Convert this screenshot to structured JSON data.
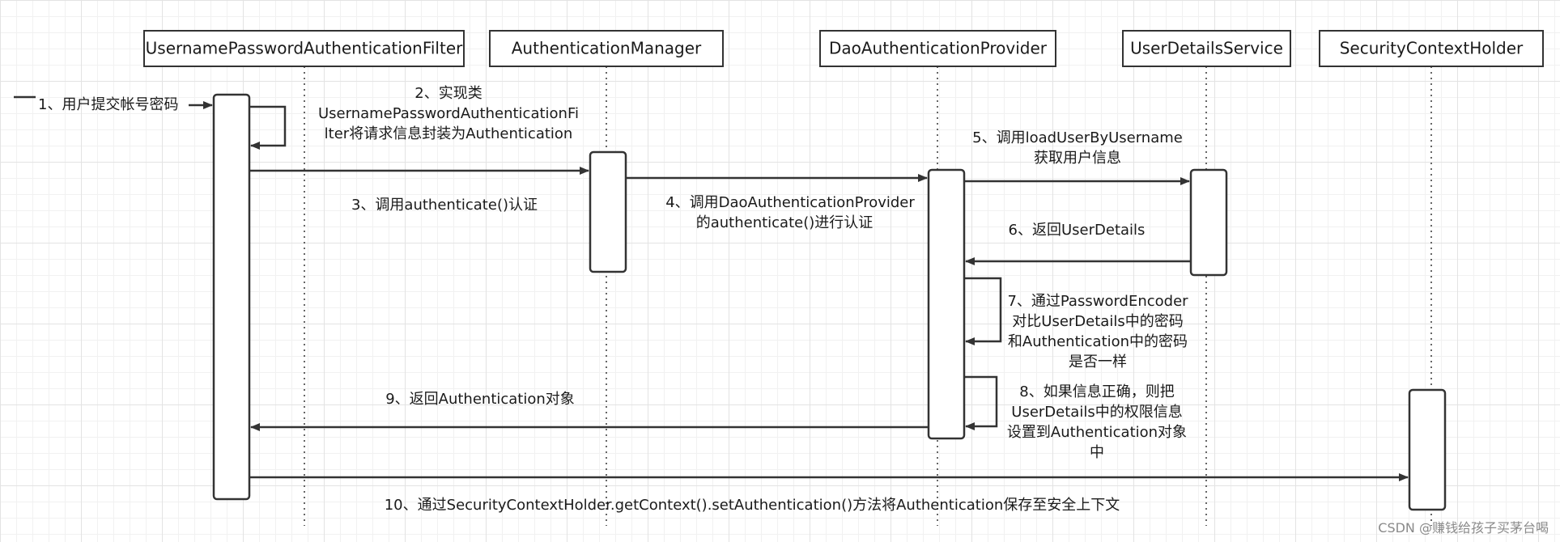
{
  "actors": {
    "filter": "UsernamePasswordAuthenticationFilter",
    "manager": "AuthenticationManager",
    "provider": "DaoAuthenticationProvider",
    "service": "UserDetailsService",
    "holder": "SecurityContextHolder"
  },
  "messages": {
    "m1": "1、用户提交帐号密码",
    "m2": [
      "2、实现类",
      "UsernamePasswordAuthenticationFi",
      "lter将请求信息封装为Authentication"
    ],
    "m3": "3、调用authenticate()认证",
    "m4": [
      "4、调用DaoAuthenticationProvider",
      "的authenticate()进行认证"
    ],
    "m5": [
      "5、调用loadUserByUsername",
      "获取用户信息"
    ],
    "m6": "6、返回UserDetails",
    "m7": [
      "7、通过PasswordEncoder",
      "对比UserDetails中的密码",
      "和Authentication中的密码",
      "是否一样"
    ],
    "m8": [
      "8、如果信息正确，则把",
      "UserDetails中的权限信息",
      "设置到Authentication对象",
      "中"
    ],
    "m9": "9、返回Authentication对象",
    "m10": "10、通过SecurityContextHolder.getContext().setAuthentication()方法将Authentication保存至安全上下文"
  },
  "watermark": "CSDN @赚钱给孩子买茅台喝"
}
